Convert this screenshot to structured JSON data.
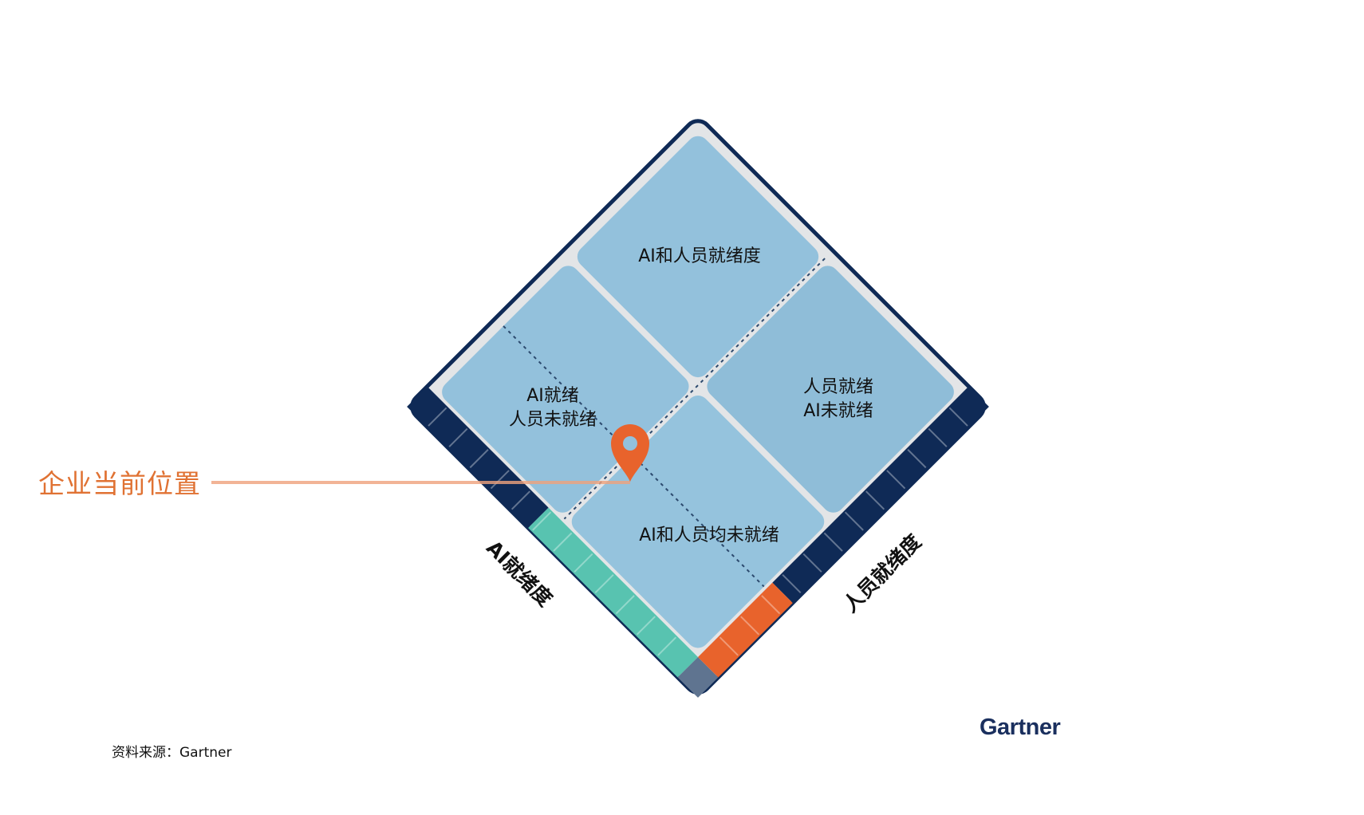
{
  "quadrants": {
    "top": "AI和人员就绪度",
    "left_line1": "AI就绪",
    "left_line2": "人员未就绪",
    "right_line1": "人员就绪",
    "right_line2": "AI未就绪",
    "bottom": "AI和人员均未就绪"
  },
  "axes": {
    "ai": "AI就绪度",
    "people": "人员就绪度"
  },
  "marker_label": "企业当前位置",
  "source": "资料来源：Gartner",
  "logo": "Gartner",
  "colors": {
    "navy": "#0f2a56",
    "teal": "#58c3b0",
    "orange": "#e8632c",
    "quadrant": "#93c1dc",
    "corner": "#5f7490"
  }
}
